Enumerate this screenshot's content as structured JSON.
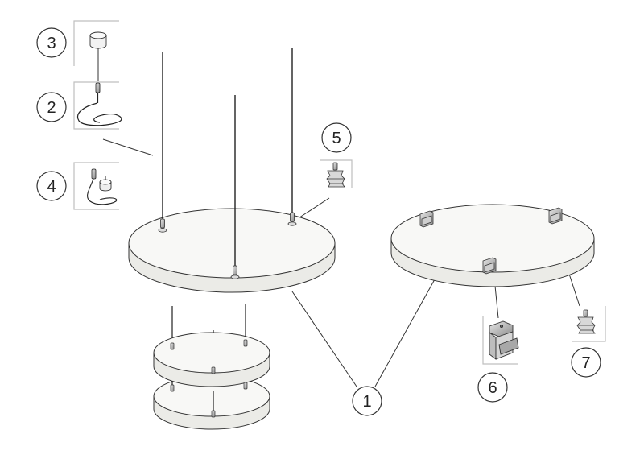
{
  "callouts": [
    {
      "id": "1",
      "label": "1"
    },
    {
      "id": "2",
      "label": "2"
    },
    {
      "id": "3",
      "label": "3"
    },
    {
      "id": "4",
      "label": "4"
    },
    {
      "id": "5",
      "label": "5"
    },
    {
      "id": "6",
      "label": "6"
    },
    {
      "id": "7",
      "label": "7"
    }
  ],
  "colors": {
    "line": "#333333",
    "panel_top": "#f7f7f5",
    "panel_edge": "#e8e8e4",
    "box_border": "#bfbfbf",
    "metal": "#9a9a9a"
  }
}
